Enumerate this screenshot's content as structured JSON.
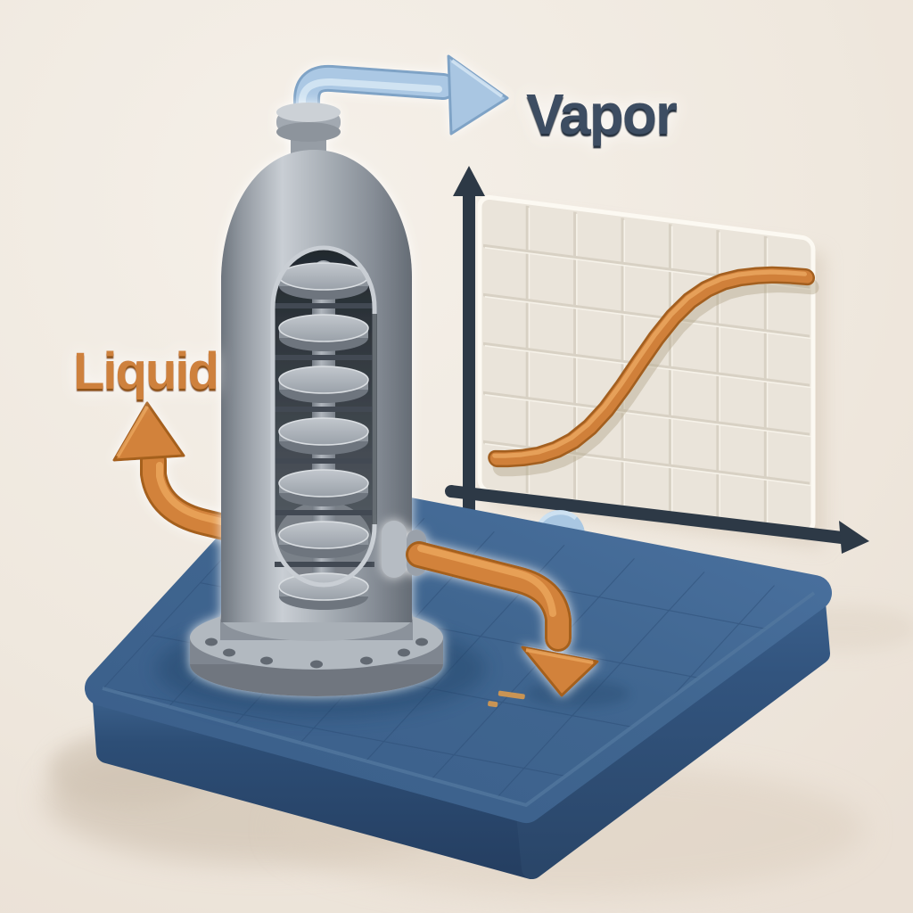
{
  "labels": {
    "vapor": "Vapor",
    "liquid": "Liquid"
  },
  "colors": {
    "background": "#efe8df",
    "vapor_text": "#3d4e62",
    "liquid_text": "#ce813c",
    "vapor_pipe_blue": "#abc8e4",
    "liquid_pipe_orange": "#d2823a",
    "column_gray": "#9aa1a9",
    "platform_blue_top": "#406690",
    "platform_blue_front": "#2d4e76",
    "chart_panel_cream": "#eae4da",
    "chart_axis_navy": "#2d3946",
    "curve_orange": "#d0803a"
  },
  "scene": {
    "column": {
      "tray_count": 7
    }
  },
  "chart_data": {
    "type": "line",
    "title": "",
    "xlabel": "",
    "ylabel": "",
    "xlim": [
      0,
      1
    ],
    "ylim": [
      0,
      1
    ],
    "grid": true,
    "grid_cols": 7,
    "grid_rows": 6,
    "legend": "none",
    "curve_shape": "sigmoid",
    "x": [
      0.05,
      0.08,
      0.13,
      0.18,
      0.23,
      0.28,
      0.33,
      0.38,
      0.43,
      0.48,
      0.53,
      0.58,
      0.63,
      0.68,
      0.73,
      0.78,
      0.83,
      0.88,
      0.93,
      0.98
    ],
    "y": [
      0.115,
      0.119,
      0.13,
      0.146,
      0.172,
      0.209,
      0.262,
      0.331,
      0.415,
      0.506,
      0.595,
      0.673,
      0.736,
      0.782,
      0.815,
      0.836,
      0.85,
      0.86,
      0.865,
      0.868
    ]
  }
}
